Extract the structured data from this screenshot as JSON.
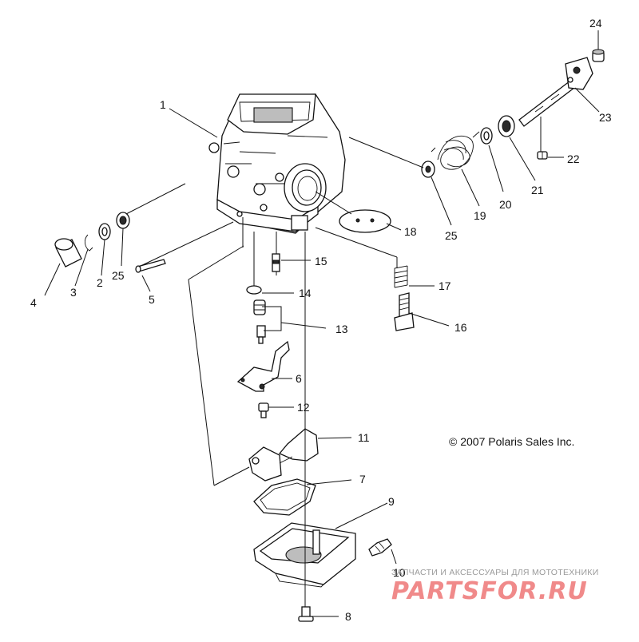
{
  "callouts": {
    "c1": "1",
    "c2": "2",
    "c3": "3",
    "c4": "4",
    "c5": "5",
    "c6": "6",
    "c7": "7",
    "c8": "8",
    "c9": "9",
    "c10": "10",
    "c11": "11",
    "c12": "12",
    "c13": "13",
    "c14": "14",
    "c15": "15",
    "c16": "16",
    "c17": "17",
    "c18": "18",
    "c19": "19",
    "c20": "20",
    "c21": "21",
    "c22": "22",
    "c23": "23",
    "c24": "24",
    "c25a": "25",
    "c25b": "25"
  },
  "copyright": "© 2007 Polaris Sales Inc.",
  "watermark": {
    "tagline": "ЗАПЧАСТИ И АКСЕССУАРЫ ДЛЯ МОТОТЕХНИКИ",
    "logo": "PARTSFOR.RU"
  }
}
